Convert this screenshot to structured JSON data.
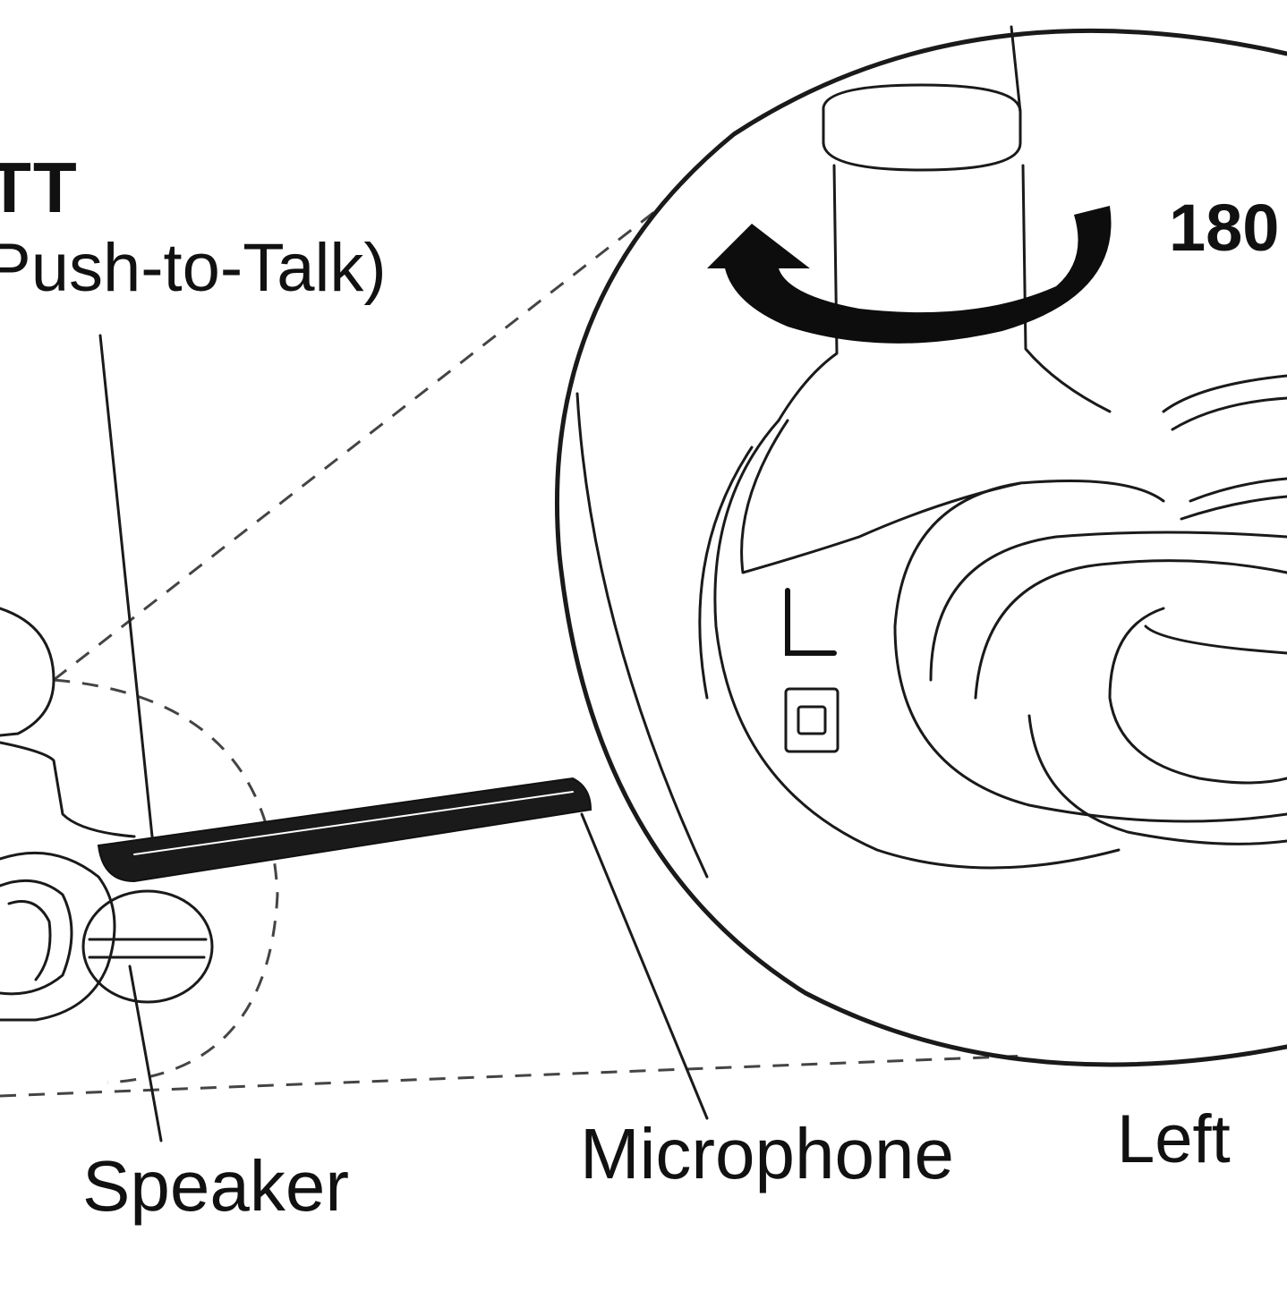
{
  "labels": {
    "ptt_line1": "TT",
    "ptt_line2": "Push-to-Talk)",
    "rotation": "180",
    "speaker": "Speaker",
    "microphone": "Microphone",
    "left": "Left"
  },
  "earpiece_marking": "L"
}
